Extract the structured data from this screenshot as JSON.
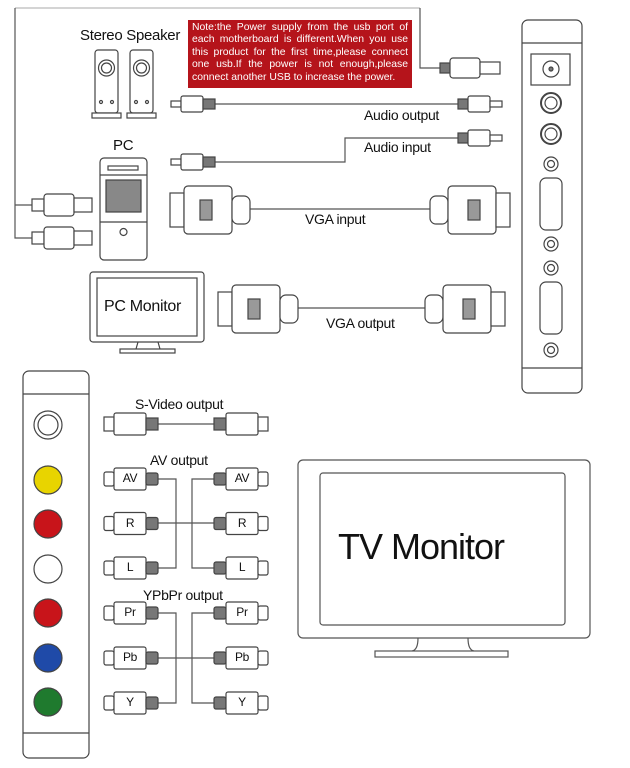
{
  "note": "Note:the Power supply from the usb port of each motherboard is different.When you use this product for the first time,please connect one usb.If the power is not enough,please connect another USB to increase the power.",
  "labels": {
    "stereo_speaker": "Stereo Speaker",
    "pc": "PC",
    "audio_output": "Audio output",
    "audio_input": "Audio input",
    "vga_input": "VGA input",
    "vga_output": "VGA output",
    "pc_monitor": "PC Monitor",
    "svideo_output": "S-Video output",
    "av_output": "AV output",
    "ypbpr_output": "YPbPr output",
    "tv_monitor": "TV Monitor"
  },
  "av_plugs": [
    "AV",
    "R",
    "L"
  ],
  "ypbpr_plugs": [
    "Pr",
    "Pb",
    "Y"
  ],
  "colors": {
    "note_bg": "#b5141b",
    "yellow": "#e8d400",
    "red": "#c8141a",
    "white": "#ffffff",
    "blue": "#1f4aa8",
    "green": "#1f7a2e",
    "line": "#555555"
  }
}
